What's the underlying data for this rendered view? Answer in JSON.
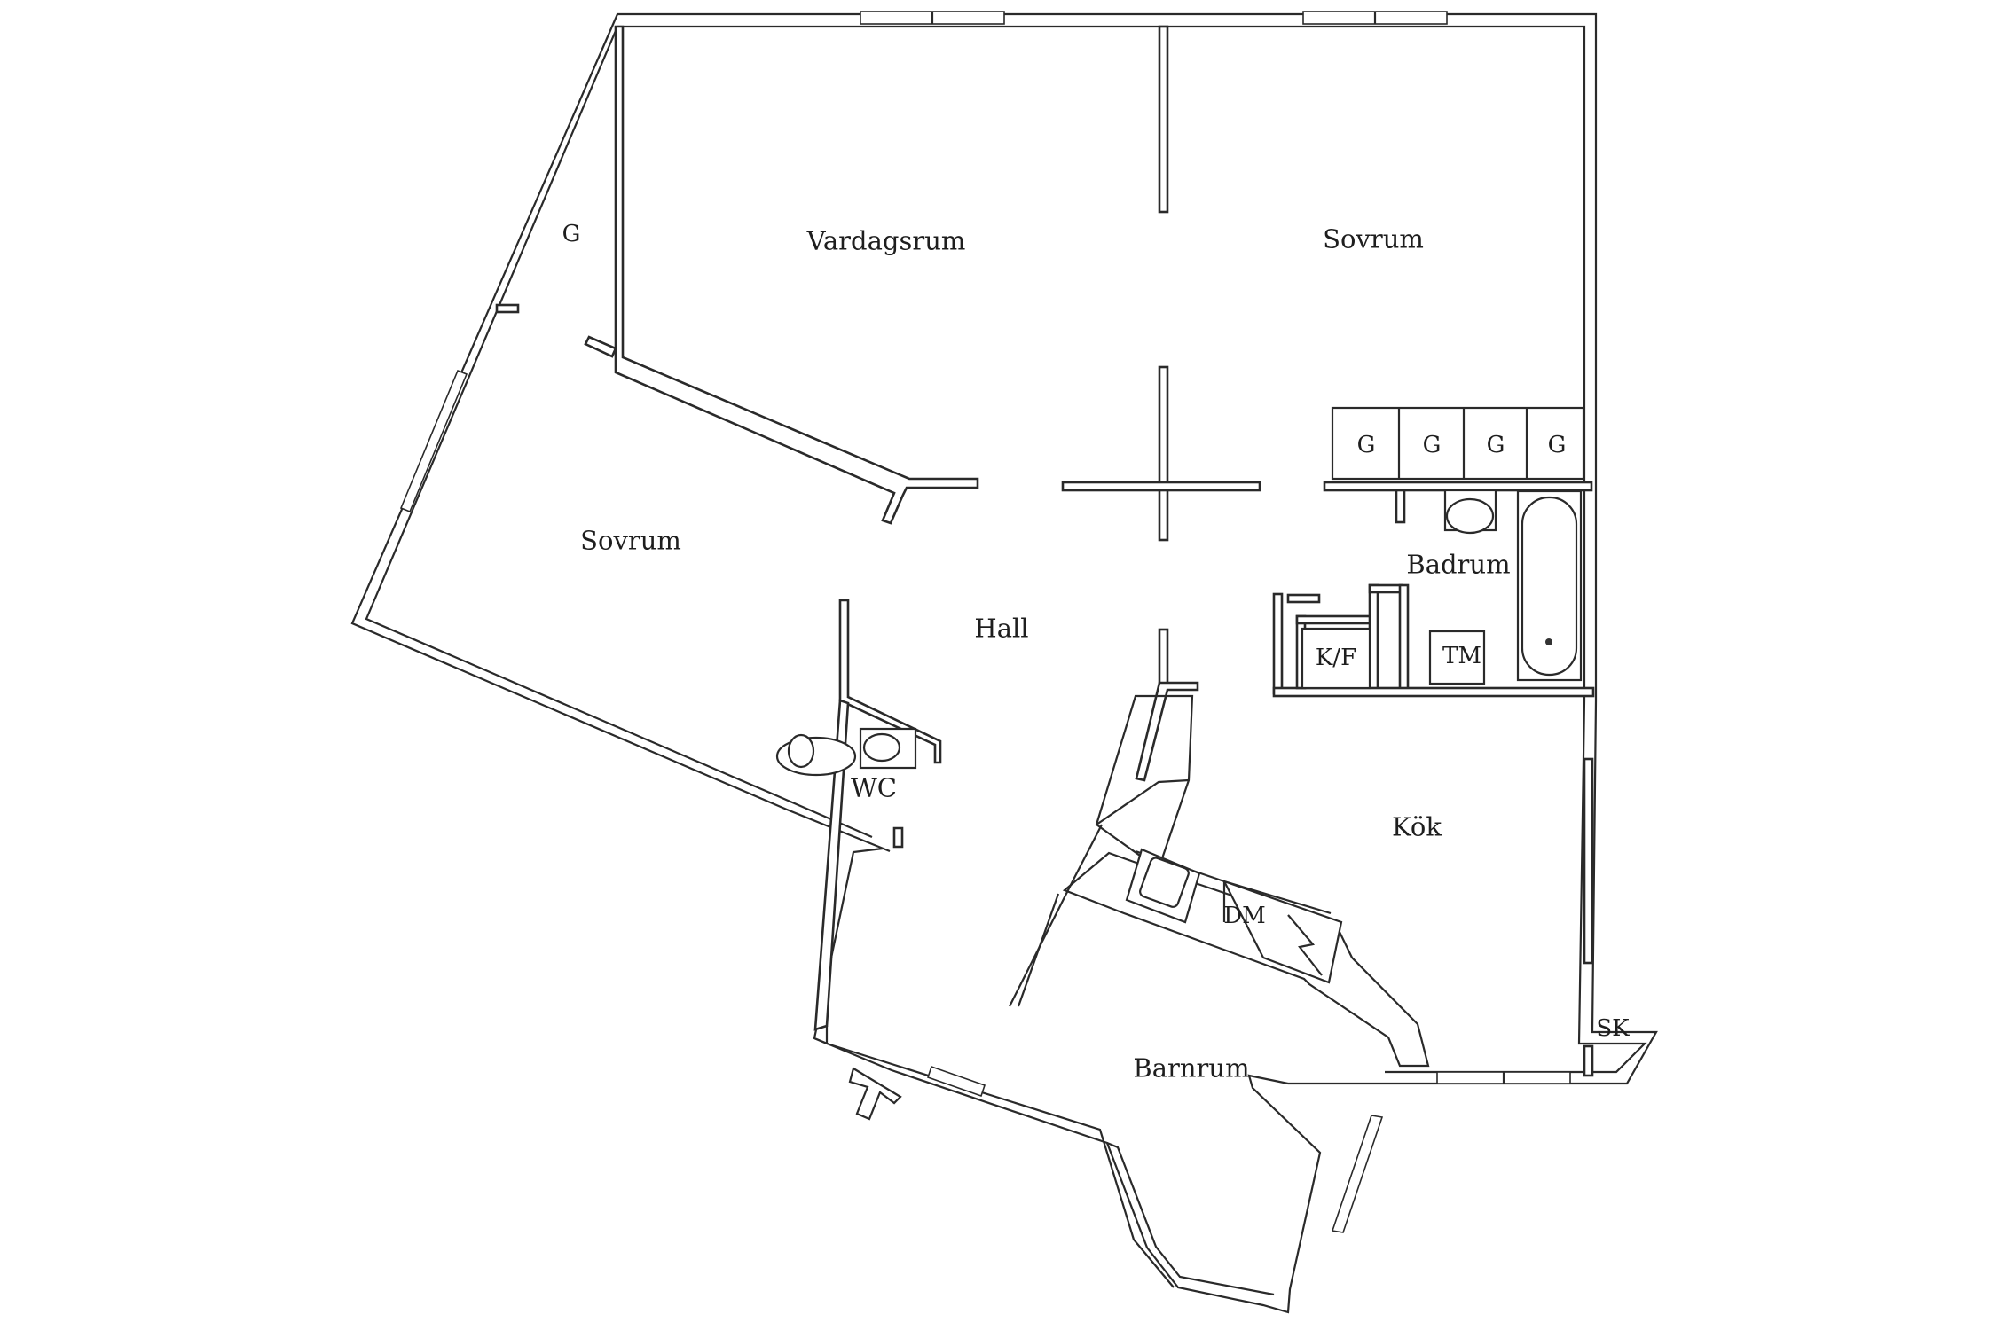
{
  "rooms": {
    "vardagsrum": "Vardagsrum",
    "sovrum_top": "Sovrum",
    "sovrum_left": "Sovrum",
    "hall": "Hall",
    "badrum": "Badrum",
    "kok": "Kök",
    "barnrum": "Barnrum",
    "wc": "WC"
  },
  "fixtures": {
    "garderob": "G",
    "kyl_frys": "K/F",
    "tvattmaskin": "TM",
    "diskmaskin": "DM",
    "stadskap": "SK"
  }
}
